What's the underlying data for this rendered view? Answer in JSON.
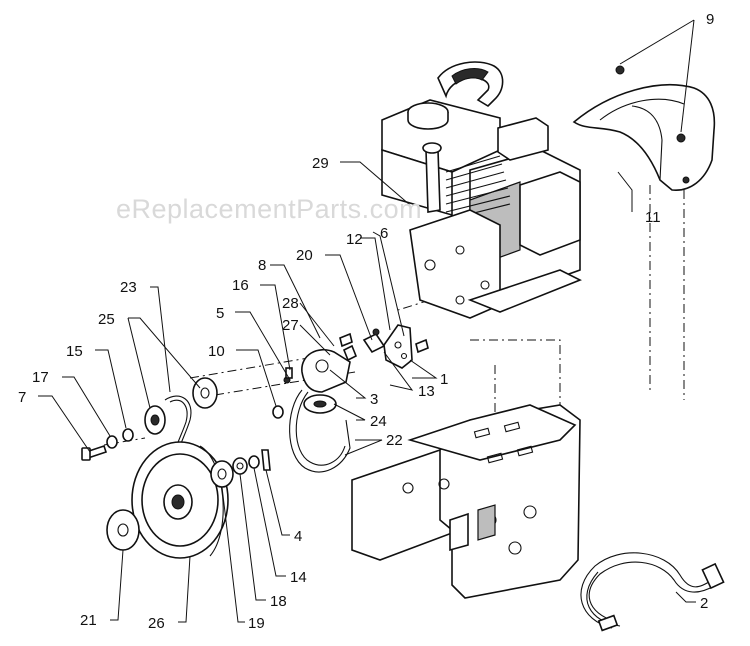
{
  "watermark": "eReplacementParts.com",
  "callouts": {
    "p1": "1",
    "p2": "2",
    "p3": "3",
    "p4": "4",
    "p5": "5",
    "p6": "6",
    "p7": "7",
    "p8": "8",
    "p9": "9",
    "p10": "10",
    "p11": "11",
    "p12": "12",
    "p13": "13",
    "p14": "14",
    "p15": "15",
    "p16": "16",
    "p17": "17",
    "p18": "18",
    "p19": "19",
    "p20": "20",
    "p21": "21",
    "p22": "22",
    "p23": "23",
    "p24": "24",
    "p25": "25",
    "p26": "26",
    "p27": "27",
    "p28": "28",
    "p29": "29"
  }
}
